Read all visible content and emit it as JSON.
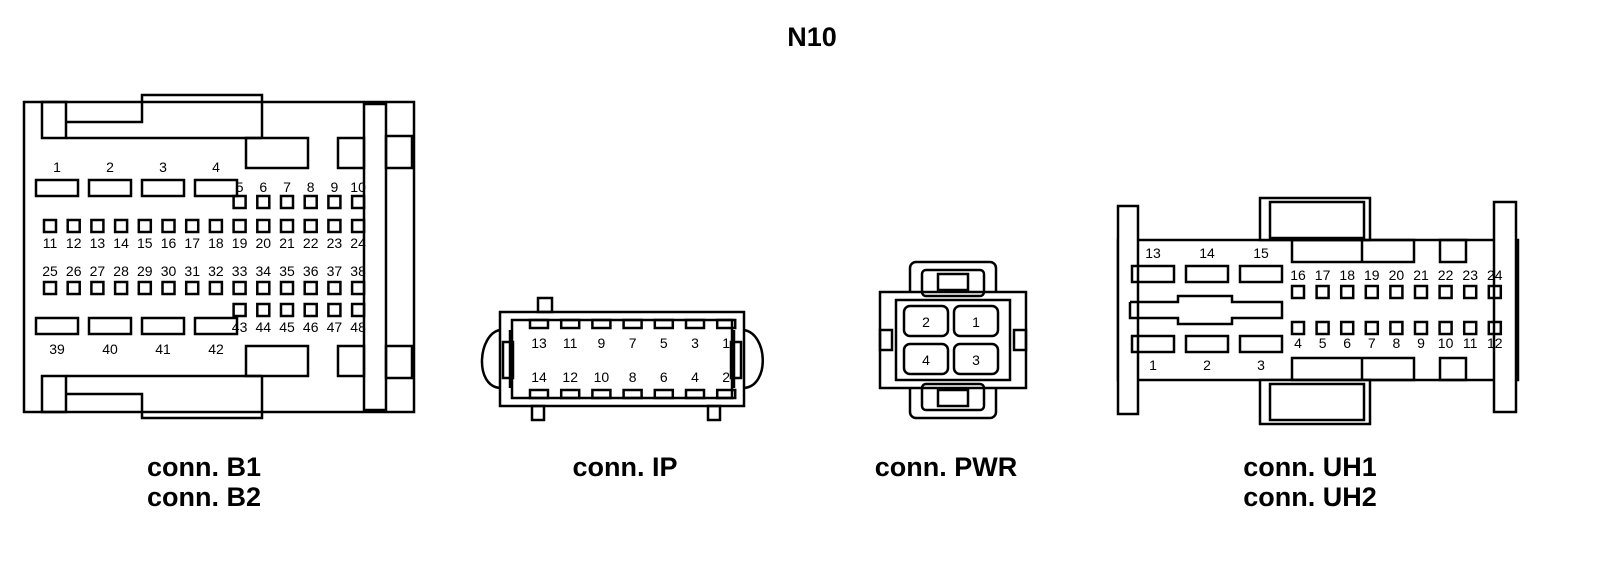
{
  "title": "N10",
  "connectors": {
    "b": {
      "captions": [
        "conn. B1",
        "conn. B2"
      ],
      "top_large": [
        "1",
        "2",
        "3",
        "4"
      ],
      "top_small": [
        "5",
        "6",
        "7",
        "8",
        "9",
        "10"
      ],
      "row2": [
        "11",
        "12",
        "13",
        "14",
        "15",
        "16",
        "17",
        "18",
        "19",
        "20",
        "21",
        "22",
        "23",
        "24"
      ],
      "row3": [
        "25",
        "26",
        "27",
        "28",
        "29",
        "30",
        "31",
        "32",
        "33",
        "34",
        "35",
        "36",
        "37",
        "38"
      ],
      "row4_small": [
        "43",
        "44",
        "45",
        "46",
        "47",
        "48"
      ],
      "bottom_large": [
        "39",
        "40",
        "41",
        "42"
      ]
    },
    "ip": {
      "captions": [
        "conn. IP"
      ],
      "top": [
        "13",
        "11",
        "9",
        "7",
        "5",
        "3",
        "1"
      ],
      "bottom": [
        "14",
        "12",
        "10",
        "8",
        "6",
        "4",
        "2"
      ]
    },
    "pwr": {
      "captions": [
        "conn. PWR"
      ],
      "pins": [
        "2",
        "1",
        "4",
        "3"
      ]
    },
    "uh": {
      "captions": [
        "conn. UH1",
        "conn. UH2"
      ],
      "top_large": [
        "13",
        "14",
        "15"
      ],
      "top_small": [
        "16",
        "17",
        "18",
        "19",
        "20",
        "21",
        "22",
        "23",
        "24"
      ],
      "bottom_small": [
        "4",
        "5",
        "6",
        "7",
        "8",
        "9",
        "10",
        "11",
        "12"
      ],
      "bottom_large": [
        "1",
        "2",
        "3"
      ]
    }
  }
}
